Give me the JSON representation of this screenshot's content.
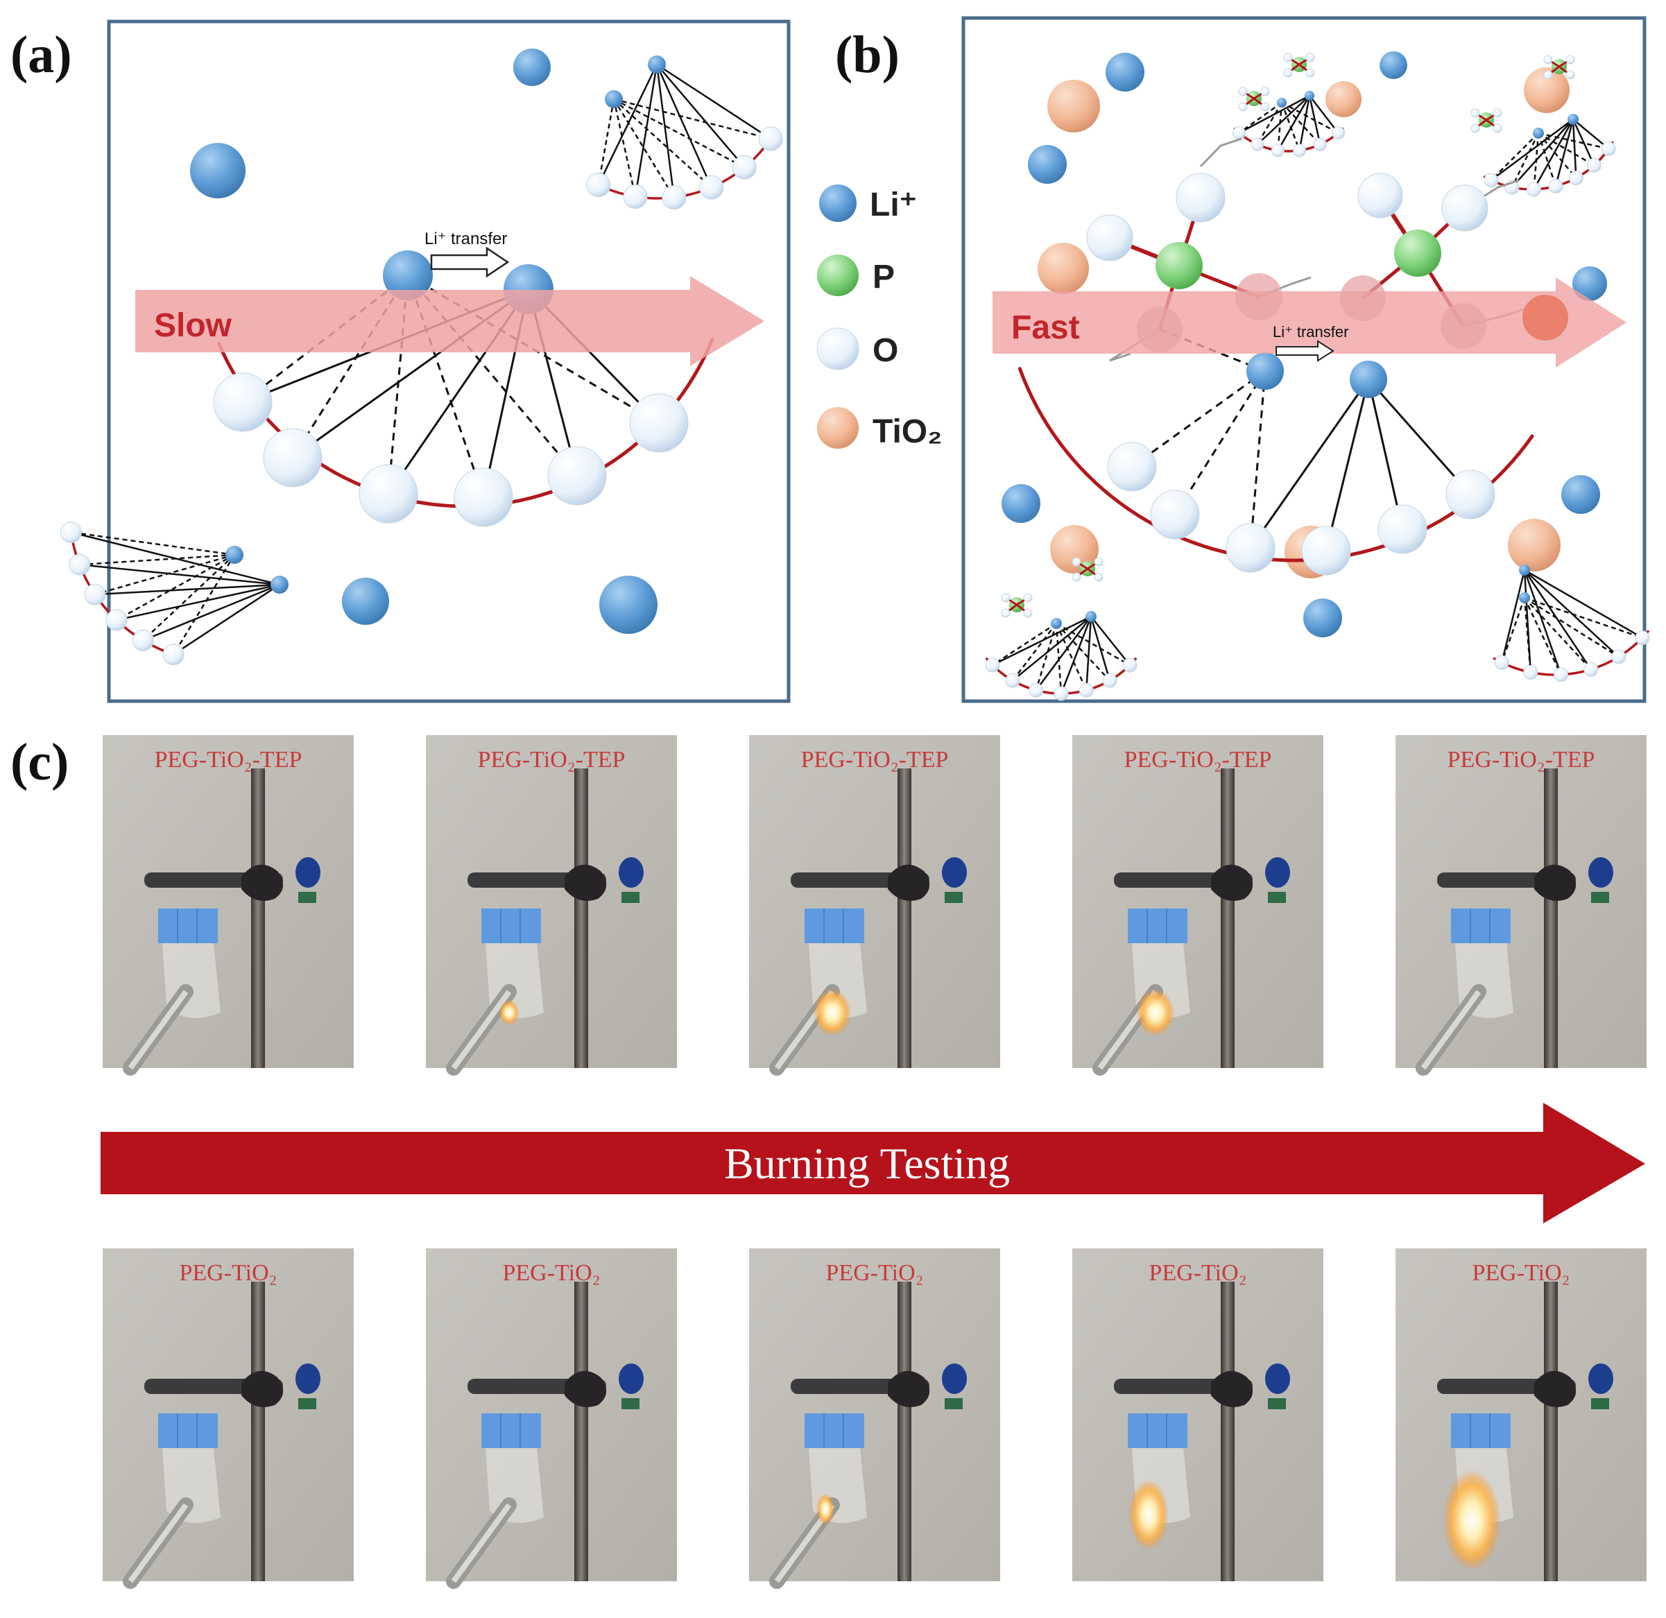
{
  "panel_labels": {
    "a": "(a)",
    "b": "(b)",
    "c": "(c)"
  },
  "panel_a": {
    "arrow_label": "Slow",
    "transfer_label": "Li⁺ transfer"
  },
  "panel_b": {
    "arrow_label": "Fast",
    "transfer_label": "Li⁺ transfer"
  },
  "legend": {
    "items": [
      {
        "label": "Li⁺",
        "color": "#5b9bd5"
      },
      {
        "label": "P",
        "color": "#7fd27a"
      },
      {
        "label": "O",
        "color": "#e8f2fb"
      },
      {
        "label": "TiO₂",
        "color": "#f2b896"
      }
    ]
  },
  "panel_c": {
    "top_row_label": "PEG-TiO₂-TEP",
    "bottom_row_label": "PEG-TiO₂",
    "arrow_label": "Burning Testing",
    "top_flames": [
      0,
      1,
      2,
      2,
      0
    ],
    "bottom_flames": [
      0,
      0,
      1,
      2,
      3
    ]
  },
  "colors": {
    "li": "#5b9bd5",
    "p": "#7fd27a",
    "o": "#e8f2fb",
    "tio2": "#f2b896",
    "bond": "#b2181b",
    "frame": "#4a6c8c",
    "flow_arrow": "#f0a3a3",
    "burn_arrow": "#b5121b"
  }
}
